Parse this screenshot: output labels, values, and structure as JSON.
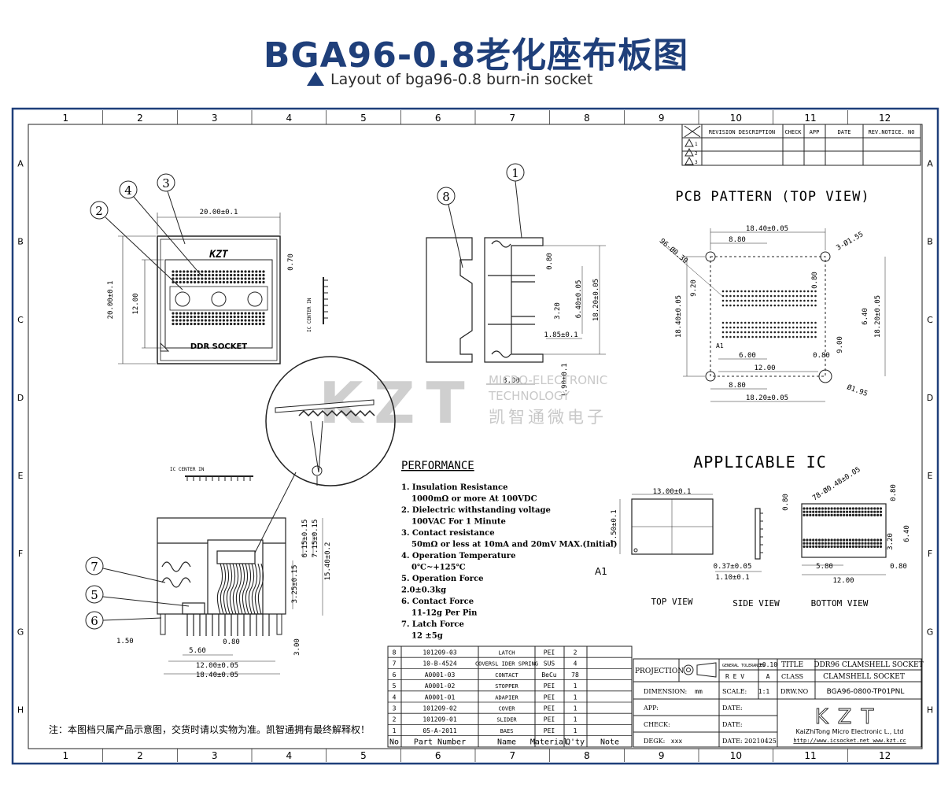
{
  "header": {
    "title": "BGA96-0.8老化座布板图",
    "subtitle": "Layout of bga96-0.8 burn-in socket"
  },
  "colors": {
    "frame": "#1f3f7a",
    "title": "#1f3f7a",
    "line": "#222222",
    "watermark": "#c8c8c8"
  },
  "frame": {
    "columns": [
      "1",
      "2",
      "3",
      "4",
      "5",
      "6",
      "7",
      "8",
      "9",
      "10",
      "11",
      "12"
    ],
    "rows": [
      "A",
      "B",
      "C",
      "D",
      "E",
      "F",
      "G",
      "H"
    ]
  },
  "revision_table": {
    "headers": [
      "REVISION DESCRIPTION",
      "CHECK",
      "APP",
      "DATE",
      "REV.NOTICE. NO"
    ],
    "rows": [
      "1",
      "2",
      "3"
    ]
  },
  "top_view": {
    "labels": [
      "2",
      "4",
      "3"
    ],
    "dims": {
      "width": "20.00±0.1",
      "height": "20.00±0.1",
      "inner": "12.00",
      "pitch": "0.70"
    },
    "logo": "KZT",
    "socket_text": "DDR SOCKET",
    "ic_center": "IC CENTER IN"
  },
  "side_view": {
    "labels": [
      "8",
      "1"
    ],
    "dims": [
      "0.80",
      "6.40±0.05",
      "18.20±0.05",
      "3.20",
      "1.85±0.1",
      "3.00",
      "1.90±0.1"
    ]
  },
  "front_view": {
    "labels": [
      "7",
      "5",
      "6"
    ],
    "ic_center": "IC CENTER IN",
    "dims": [
      "6.15±0.15",
      "7.15±0.15",
      "15.40±0.2",
      "3.25±0.15",
      "1.50",
      "0.80",
      "5.60",
      "3.00",
      "12.00±0.05",
      "18.40±0.05"
    ]
  },
  "watermark": {
    "logo": "KZT",
    "line1": "MICRO-ELECTRONIC",
    "line2": "TECHNOLOGY",
    "line3": "凯智通微电子"
  },
  "pcb_pattern": {
    "title": "PCB PATTERN (TOP VIEW)",
    "dims": [
      "18.40±0.05",
      "8.80",
      "3-Ø1.55",
      "96-Ø0.30",
      "9.20",
      "0.80",
      "18.40±0.05",
      "6.40",
      "18.20±0.05",
      "6.00",
      "0.80",
      "9.00",
      "12.00",
      "8.80",
      "18.20±0.05",
      "Ø1.95"
    ],
    "a1": "A1"
  },
  "applicable_ic": {
    "title": "APPLICABLE IC",
    "dims": [
      "13.00±0.1",
      "7.50±0.1",
      "0.80",
      "0.37±0.05",
      "1.10±0.1",
      "78-Ø0.48±0.05",
      "0.80",
      "3.20",
      "6.40",
      "5.80",
      "0.80",
      "12.00"
    ],
    "a1": "A1",
    "views": [
      "TOP VIEW",
      "SIDE VIEW",
      "BOTTOM VIEW"
    ]
  },
  "performance": {
    "title": "PERFORMANCE",
    "items": [
      "1. Insulation Resistance",
      "1000mΩ or more At 100VDC",
      "2. Dielectric withstanding voltage",
      "100VAC For 1 Minute",
      "3. Contact resistance",
      "50mΩ or less at 10mA and 20mV MAX.(Initial)",
      "4. Operation Temperature",
      "0℃~+125℃",
      "5. Operation Force",
      "2.0±0.3kg",
      "6. Contact Force",
      "11-12g Per Pin",
      "7. Latch Force",
      "12 ±5g"
    ]
  },
  "bom": {
    "headers": [
      "No",
      "Part Number",
      "Name",
      "Material",
      "Q'ty",
      "Note"
    ],
    "rows": [
      [
        "8",
        "101209-03",
        "LATCH",
        "PEI",
        "2",
        ""
      ],
      [
        "7",
        "10-B-4524",
        "COVERSL IDER SPRING",
        "SUS",
        "4",
        ""
      ],
      [
        "6",
        "A0001-03",
        "CONTACT",
        "BeCu",
        "78",
        ""
      ],
      [
        "5",
        "A0001-02",
        "STOPPER",
        "PEI",
        "1",
        ""
      ],
      [
        "4",
        "A0001-01",
        "ADAPIER",
        "PEI",
        "1",
        ""
      ],
      [
        "3",
        "101209-02",
        "COVER",
        "PEI",
        "1",
        ""
      ],
      [
        "2",
        "101209-01",
        "SLIDER",
        "PEI",
        "1",
        ""
      ],
      [
        "1",
        "05-A-2011",
        "BAES",
        "PEI",
        "1",
        ""
      ]
    ]
  },
  "title_block": {
    "projection": "PROJECTION",
    "general_tol": "GENERAL TOLERANCES",
    "tol": "±0.10",
    "title_label": "TITLE",
    "title_value": "DDR96 CLAMSHELL SOCKET",
    "rev_label": "R E V",
    "rev_value": "A",
    "class_label": "CLASS",
    "class_value": "CLAMSHELL SOCKET",
    "dimension_label": "DIMENSION:",
    "dimension_value": "mm",
    "scale_label": "SCALE:",
    "scale_value": "1:1",
    "drw_label": "DRW.NO",
    "drw_value": "BGA96-0800-TP01PNL",
    "app_label": "APP:",
    "date_label": "DATE:",
    "check_label": "CHECK:",
    "degk_label": "DEGK:",
    "degk_value": "xxx",
    "date_value": "DATE: 20210425",
    "company_logo": "KZT",
    "company": "KaiZhiTong Micro Electronic L., Ltd",
    "website": "http://www.icsocket.net  www.kzt.cc"
  },
  "note": "注：本图档只属产品示意图，交货时请以实物为准。凯智通拥有最终解释权！"
}
